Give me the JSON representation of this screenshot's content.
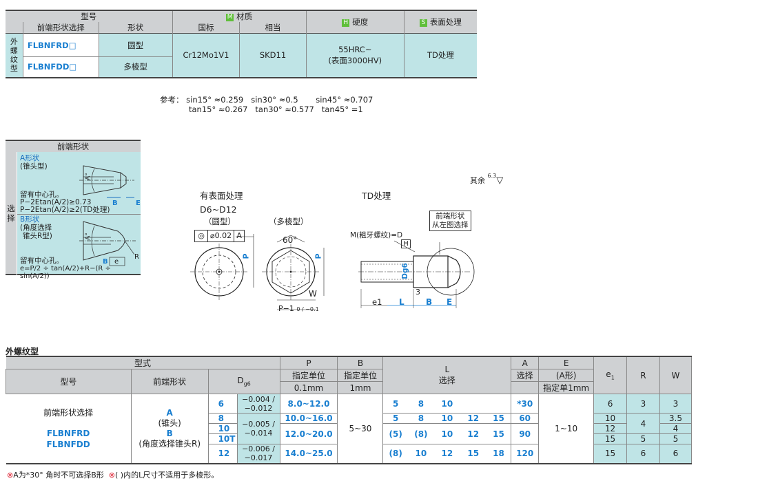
{
  "spec_table": {
    "header": {
      "model": "型号",
      "tip_select": "前端形状选择",
      "shape": "形状",
      "material": "材质",
      "material_badge": "M",
      "gb": "国标",
      "equiv": "相当",
      "hardness": "硬度",
      "hardness_badge": "H",
      "surface": "表面处理",
      "surface_badge": "S"
    },
    "side_label": "外螺纹型",
    "rows": [
      {
        "code": "FLBNFRD□",
        "shape": "圆型"
      },
      {
        "code": "FLBNFDD□",
        "shape": "多棱型"
      }
    ],
    "gb_value": "Cr12Mo1V1",
    "equiv_value": "SKD11",
    "hardness_line1": "55HRC~",
    "hardness_line2": "(表面3000HV)",
    "surface_value": "TD处理"
  },
  "reference": {
    "label": "参考：",
    "line1": [
      "sin15° ≈0.259",
      "sin30° ≈0.5",
      "sin45° ≈0.707"
    ],
    "line2": [
      "tan15° ≈0.267",
      "tan30° ≈0.577",
      "tan45° =1"
    ]
  },
  "tip_shape_panel": {
    "title": "前端形状",
    "side": "选择",
    "a_title": "A形状",
    "a_sub": "(锥头型)",
    "a_note1": "留有中心孔。",
    "a_note2": "P−2Etan(A/2)≥0.73",
    "a_note3": "P−2Etan(A/2)≥2(TD处理)",
    "b_title": "B形状",
    "b_sub1": "(角度选择",
    "b_sub2": "锥头R型)",
    "b_note1": "留有中心孔。",
    "b_note2": "e=P/2 ÷ tan(A/2)+R−(R ÷ sin(A/2))",
    "lbl_a": "A°",
    "lbl_b": "B",
    "lbl_e": "E",
    "lbl_r": "R",
    "lbl_e_small": "e"
  },
  "drawing": {
    "surface_title": "有表面处理",
    "range": "D6~D12",
    "round": "（圆型）",
    "poly": "（多棱型）",
    "tol_frame": "0.02",
    "datum": "A",
    "angle60": "60°",
    "w": "W",
    "p_minus": "P−1",
    "p_minus_tol": "0 / −0.1",
    "p_tol_label": "P",
    "td_title": "TD处理",
    "rest_rough": "其余",
    "rough_val": "6.3",
    "tip_callout1": "前端形状",
    "tip_callout2": "从左图选择",
    "thread": "M(粗牙螺纹)=D",
    "dg6": "Dg6",
    "e1": "e1",
    "l": "L",
    "b": "B",
    "e": "E",
    "three": "3"
  },
  "dims_section_title": "外螺纹型",
  "dims_table": {
    "h_type": "型式",
    "h_model": "型号",
    "h_tip": "前端形状",
    "h_d": "Dg6",
    "h_p": "P",
    "h_p2": "指定单位",
    "h_p3": "0.1mm",
    "h_b": "B",
    "h_b2": "指定单位",
    "h_b3": "1mm",
    "h_l": "L",
    "h_l2": "选择",
    "h_a": "A",
    "h_a2": "选择",
    "h_e": "E",
    "h_e2": "(A形)",
    "h_e3": "指定单1mm",
    "h_e1": "e1",
    "h_r": "R",
    "h_w": "W",
    "model_label": "前端形状选择",
    "model_code1": "FLBNFRD",
    "model_code2": "FLBNFDD",
    "tip_a": "A",
    "tip_a_sub": "(锥头)",
    "tip_b": "B",
    "tip_b_sub": "(角度选择锥头R)",
    "b_range": "5~30",
    "e_range": "1~10",
    "rows": [
      {
        "d": "6",
        "tol": "−0.004 / −0.012",
        "p": "8.0~12.0",
        "l": [
          "5",
          "8",
          "10",
          "",
          ""
        ],
        "a": "*30",
        "e1": "6",
        "r": "3",
        "w": "3"
      },
      {
        "d": "8",
        "tol": "−0.005 / −0.014",
        "p": "10.0~16.0",
        "l": [
          "5",
          "8",
          "10",
          "12",
          "15"
        ],
        "a": "60",
        "e1": "10",
        "r": "4",
        "w": "3.5"
      },
      {
        "d": "10",
        "tol": "",
        "p": "12.0~20.0",
        "l": [
          "(5)",
          "(8)",
          "10",
          "12",
          "15"
        ],
        "a": "90",
        "e1": "12",
        "r": "",
        "w": "4"
      },
      {
        "d": "10T",
        "tol": "",
        "p": "",
        "l": [],
        "a": "",
        "e1": "15",
        "r": "5",
        "w": "5"
      },
      {
        "d": "12",
        "tol": "−0.006 / −0.017",
        "p": "14.0~25.0",
        "l": [
          "(8)",
          "10",
          "12",
          "15",
          "18"
        ],
        "a": "120",
        "e1": "15",
        "r": "6",
        "w": "6"
      }
    ]
  },
  "footnote": {
    "n1": "A为*30° 角时不可选择B形",
    "n2": "( )内的L尺寸不适用于多棱形。"
  }
}
